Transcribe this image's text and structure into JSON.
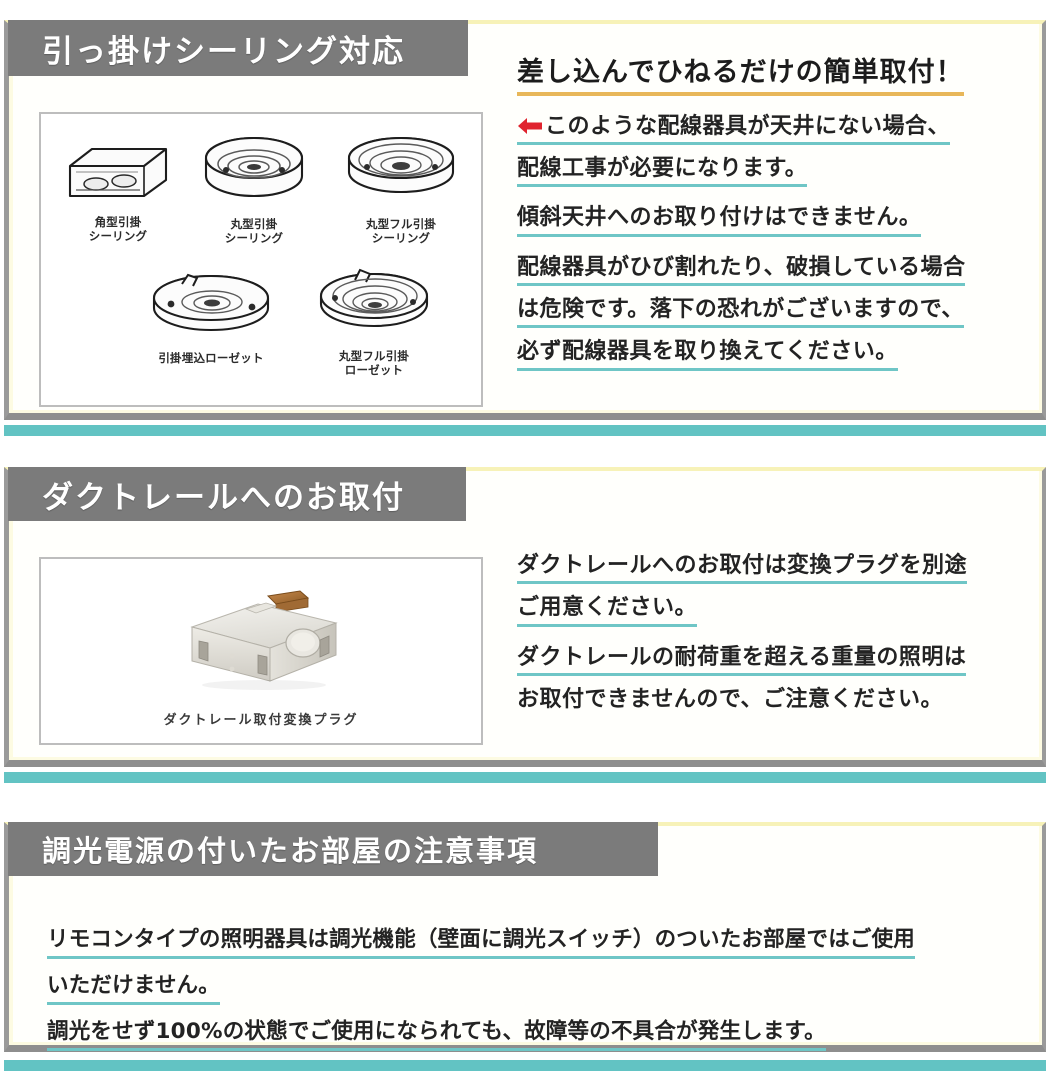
{
  "theme": {
    "tab_bg": "#7b7b7b",
    "tab_text": "#ffffff",
    "card_border": "#9a9a9a",
    "card_top_border": "#f7f2b8",
    "divider_teal": "#62c3c3",
    "underline_teal": "#6fc6c6",
    "underline_orange": "#e8b75a",
    "arrow_red": "#e0232e",
    "body_text": "#232323"
  },
  "sections": [
    {
      "id": "hikkake-ceiling",
      "title": "引っ掛けシーリング対応",
      "lead": "差し込んでひねるだけの簡単取付！",
      "arrow_icon": "left-arrow-icon",
      "paragraphs": [
        {
          "lines": [
            "このような配線器具が天井にない場合、",
            "配線工事が必要になります。"
          ],
          "has_arrow": true
        },
        {
          "lines": [
            "傾斜天井へのお取り付けはできません。"
          ],
          "has_arrow": false
        },
        {
          "lines": [
            "配線器具がひび割れたり、破損している場合",
            "は危険です。落下の恐れがございますので、",
            "必ず配線器具を取り換えてください。"
          ],
          "has_arrow": false
        }
      ],
      "fixtures": [
        {
          "type": "square-ceiling-rosette",
          "caption": "角型引掛\nシーリング"
        },
        {
          "type": "round-ceiling-rosette",
          "caption": "丸型引掛\nシーリング"
        },
        {
          "type": "round-full-ceiling-rosette",
          "caption": "丸型フル引掛\nシーリング"
        },
        {
          "type": "flush-mount-rosette",
          "caption": "引掛埋込ローゼット"
        },
        {
          "type": "round-full-rosette",
          "caption": "丸型フル引掛\nローゼット"
        }
      ]
    },
    {
      "id": "duct-rail",
      "title": "ダクトレールへのお取付",
      "photo_caption": "ダクトレール取付変換プラグ",
      "paragraphs": [
        {
          "lines": [
            "ダクトレールへのお取付は変換プラグを別途",
            "ご用意ください。"
          ]
        },
        {
          "lines": [
            "ダクトレールの耐荷重を超える重量の照明は",
            "お取付できませんので、ご注意ください。"
          ]
        }
      ]
    },
    {
      "id": "dimmer-power",
      "title": "調光電源の付いたお部屋の注意事項",
      "lines": [
        "リモコンタイプの照明器具は調光機能（壁面に調光スイッチ）のついたお部屋ではご使用",
        "いただけません。",
        "調光をせず100%の状態でご使用になられても、故障等の不具合が発生します。"
      ]
    }
  ]
}
